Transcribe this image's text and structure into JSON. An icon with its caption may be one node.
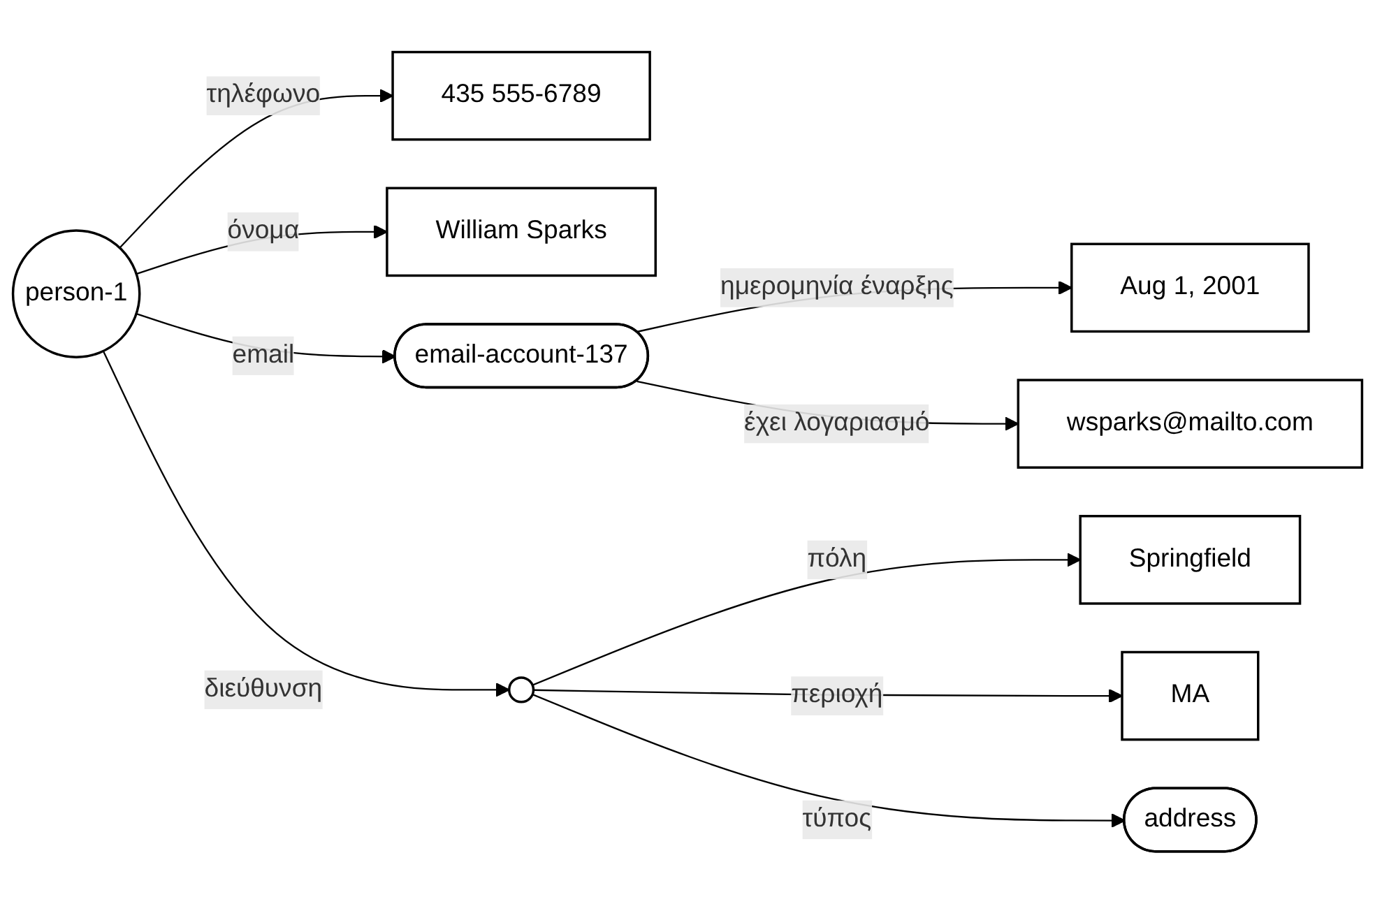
{
  "diagram": {
    "nodes": [
      {
        "text": [
          "person-1"
        ]
      },
      {
        "text": [
          "435 555-6789"
        ]
      },
      {
        "text": [
          "William Sparks"
        ]
      },
      {
        "text": [
          "email-account-137"
        ]
      },
      {
        "text": [
          "Aug 1, 2001"
        ]
      },
      {
        "text": [
          "wsparks@mailto.com"
        ]
      },
      {
        "text": [],
        "shape": "circle"
      },
      {
        "text": [
          "Springfield"
        ]
      },
      {
        "text": [
          "MA"
        ]
      },
      {
        "text": [
          "address"
        ]
      }
    ],
    "edges": [
      {
        "from": 0,
        "to": 1,
        "arrow": "to",
        "label": "τηλέφωνο"
      },
      {
        "from": 0,
        "to": 2,
        "arrow": "to",
        "label": "όνομα"
      },
      {
        "from": 0,
        "to": 3,
        "arrow": "to",
        "label": "email"
      },
      {
        "from": 0,
        "to": 6,
        "arrow": "to",
        "label": "διεύθυνση"
      },
      {
        "from": 3,
        "to": 4,
        "arrow": "to",
        "label": "ημερομηνία έναρξης"
      },
      {
        "from": 3,
        "to": 5,
        "arrow": "to",
        "label": "έχει λογαριασμό"
      },
      {
        "from": 6,
        "to": 7,
        "arrow": "to",
        "label": "πόλη"
      },
      {
        "from": 6,
        "to": 8,
        "arrow": "to",
        "label": "περιοχή"
      },
      {
        "from": 6,
        "to": 9,
        "arrow": "to",
        "label": "τύπος"
      }
    ]
  }
}
